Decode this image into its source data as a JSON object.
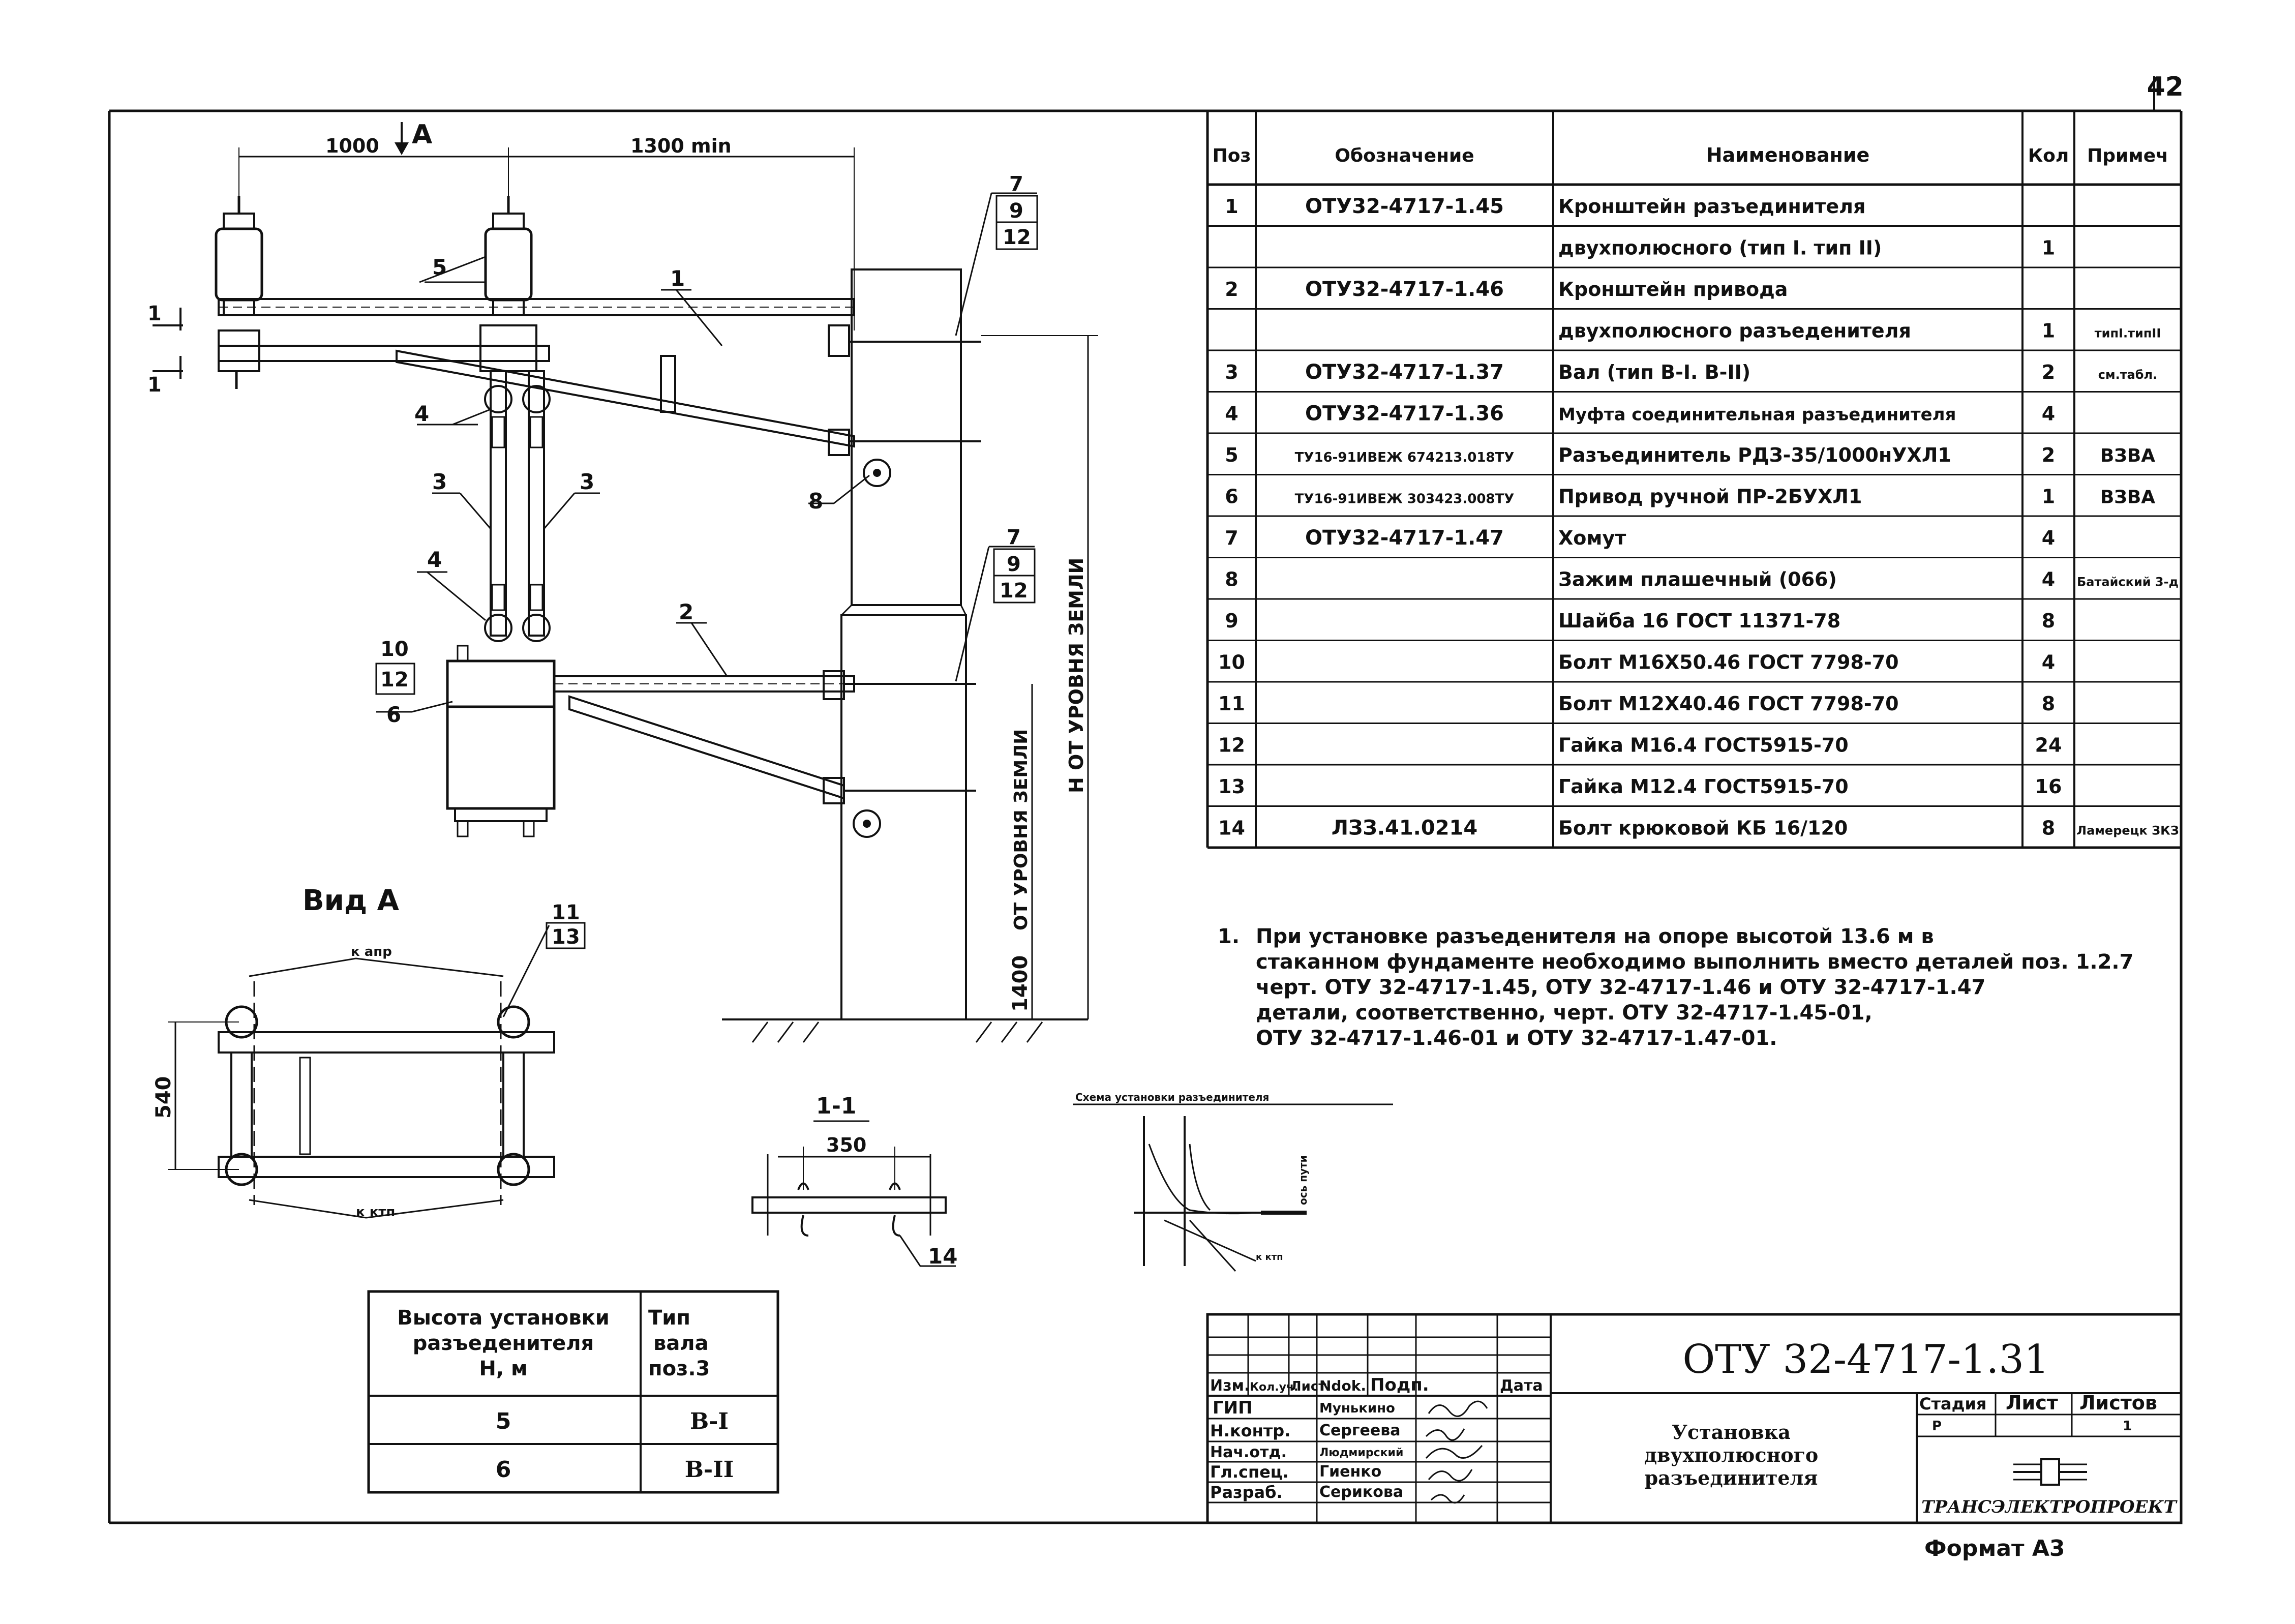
{
  "sheet": {
    "number": "42",
    "format": "Формат А3"
  },
  "drawing": {
    "dim_1000": "1000",
    "view_arrow": "A",
    "dim_1300": "1300 min",
    "dim_1400": "1400",
    "dim_540": "540",
    "dim_350": "350",
    "label_h_ground": "Н ОТ УРОВНЯ ЗЕМЛИ",
    "label_1400_ground": "ОТ УРОВНЯ ЗЕМЛИ",
    "section_1": "1",
    "section_1_1": "1-1",
    "view_a_title": "Вид А",
    "k_apr": "к апр",
    "k_ktp": "к ктп",
    "scheme_title": "Схема установки разъединителя",
    "scheme_axis": "ось пути",
    "scheme_label": "к ктп",
    "callouts": {
      "c1": "1",
      "c2": "2",
      "c3a": "3",
      "c3b": "3",
      "c4a": "4",
      "c4b": "4",
      "c5": "5",
      "c6": "6",
      "c8": "8",
      "c14": "14",
      "g_top": [
        "7",
        "9",
        "12"
      ],
      "g_mid": [
        "7",
        "9",
        "12"
      ],
      "g_left": [
        "10",
        "12"
      ],
      "g_view": [
        "11",
        "13"
      ]
    }
  },
  "spec_table": {
    "headers": [
      "Поз",
      "Обозначение",
      "Наименование",
      "Кол",
      "Примеч"
    ],
    "rows": [
      [
        "1",
        "ОТУ32-4717-1.45",
        "Кронштейн разъединителя",
        "",
        ""
      ],
      [
        "",
        "",
        "двухполюсного  (тип I. тип II)",
        "1",
        ""
      ],
      [
        "2",
        "ОТУ32-4717-1.46",
        "Кронштейн привода",
        "",
        ""
      ],
      [
        "",
        "",
        "двухполюсного разъеденителя",
        "1",
        "типI.типII"
      ],
      [
        "3",
        "ОТУ32-4717-1.37",
        "Вал (тип В-I. В-II)",
        "2",
        "см.табл."
      ],
      [
        "4",
        "ОТУ32-4717-1.36",
        "Муфта соединительная разъединителя",
        "4",
        ""
      ],
      [
        "5",
        "ТУ16-91ИВЕЖ 674213.018ТУ",
        "Разъединитель РДЗ-35/1000нУХЛ1",
        "2",
        "ВЗВА"
      ],
      [
        "6",
        "ТУ16-91ИВЕЖ 303423.008ТУ",
        "Привод ручной ПР-2БУХЛ1",
        "1",
        "ВЗВА"
      ],
      [
        "7",
        "ОТУ32-4717-1.47",
        "Хомут",
        "4",
        ""
      ],
      [
        "8",
        "",
        "Зажим плашечный (066)",
        "4",
        "Батайский 3-д"
      ],
      [
        "9",
        "",
        "Шайба 16 ГОСТ 11371-78",
        "8",
        ""
      ],
      [
        "10",
        "",
        "Болт М16Х50.46 ГОСТ 7798-70",
        "4",
        ""
      ],
      [
        "11",
        "",
        "Болт М12Х40.46 ГОСТ 7798-70",
        "8",
        ""
      ],
      [
        "12",
        "",
        "Гайка М16.4 ГОСТ5915-70",
        "24",
        ""
      ],
      [
        "13",
        "",
        "Гайка М12.4 ГОСТ5915-70",
        "16",
        ""
      ],
      [
        "14",
        "ЛЗЗ.41.0214",
        "Болт крюковой КБ 16/120",
        "8",
        "Ламерецк ЗКЗ"
      ]
    ]
  },
  "note": {
    "num": "1.",
    "lines": [
      "При установке разъеденителя на опоре высотой 13.6 м в",
      "стаканном фундаменте необходимо выполнить вместо деталей поз. 1.2.7",
      "черт. ОТУ 32-4717-1.45, ОТУ 32-4717-1.46 и ОТУ 32-4717-1.47",
      "детали, соответственно, черт. ОТУ 32-4717-1.45-01,",
      "ОТУ 32-4717-1.46-01 и ОТУ 32-4717-1.47-01."
    ]
  },
  "height_table": {
    "headers": [
      "Высота установки разъеденителя Н, м",
      "Тип вала поз.3"
    ],
    "header_lines": [
      [
        "Высота установки",
        "разъеденителя",
        "Н, м"
      ],
      [
        "Тип",
        "вала",
        "поз.3"
      ]
    ],
    "rows": [
      [
        "5",
        "В-I"
      ],
      [
        "6",
        "В-II"
      ]
    ]
  },
  "title_block": {
    "code": "ОТУ 32-4717-1.31",
    "title_lines": [
      "Установка",
      "двухполюсного",
      "разъединителя"
    ],
    "col_headers": [
      "Изм.",
      "Кол.уч.",
      "Лист",
      "Ndok.",
      "Подп.",
      "Дата"
    ],
    "roles": [
      [
        "ГИП",
        "Мунькино"
      ],
      [
        "Н.контр.",
        "Сергеева"
      ],
      [
        "Нач.отд.",
        "Людмирский"
      ],
      [
        "Гл.спец.",
        "Гиенко"
      ],
      [
        "Разраб.",
        "Серикова"
      ]
    ],
    "stage_headers": [
      "Стадия",
      "Лист",
      "Листов"
    ],
    "stage_values": [
      "Р",
      "",
      "1"
    ],
    "company": "ТРАНСЭЛЕКТРОПРОЕКТ"
  }
}
